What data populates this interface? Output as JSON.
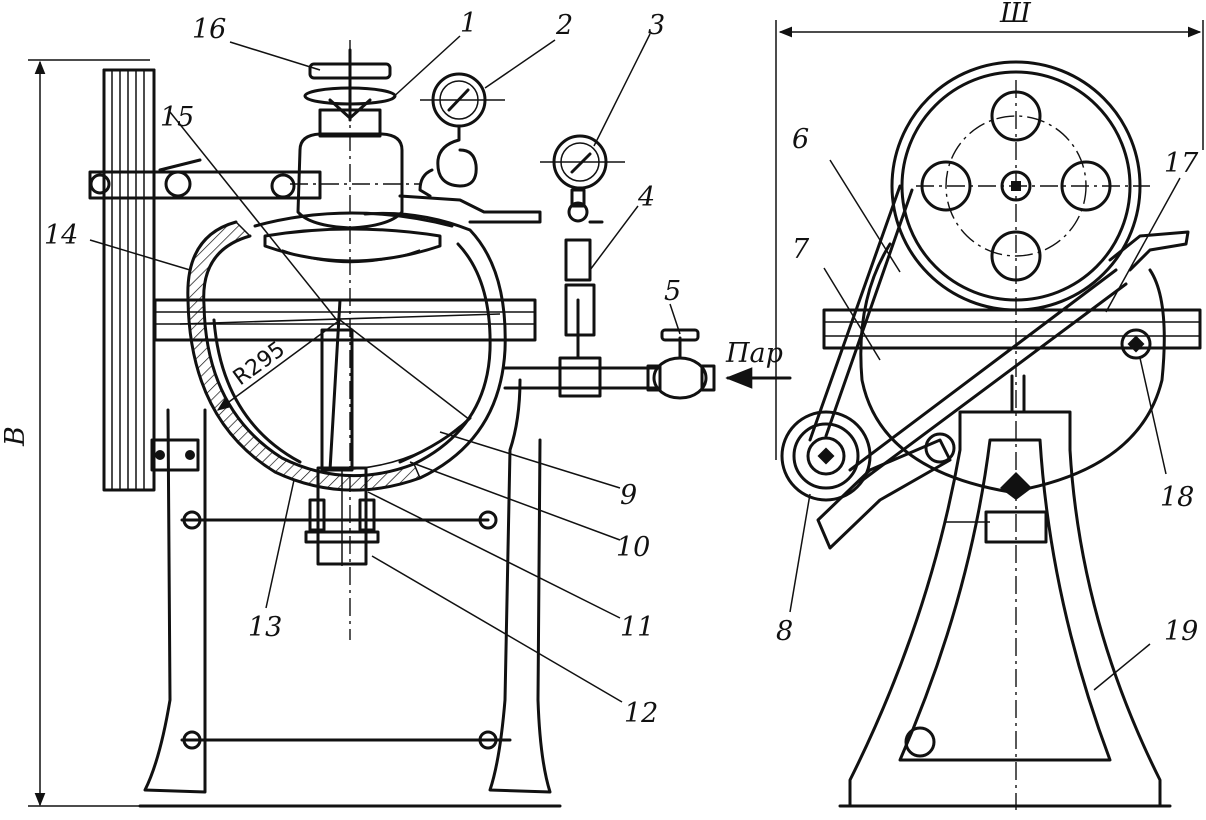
{
  "callouts": {
    "c1": "1",
    "c2": "2",
    "c3": "3",
    "c4": "4",
    "c5": "5",
    "c6": "6",
    "c7": "7",
    "c8": "8",
    "c9": "9",
    "c10": "10",
    "c11": "11",
    "c12": "12",
    "c13": "13",
    "c14": "14",
    "c15": "15",
    "c16": "16",
    "c17": "17",
    "c18": "18",
    "c19": "19"
  },
  "dimensions": {
    "height_label": "B",
    "width_label": "Ш",
    "radius_label": "R295"
  },
  "inlet": {
    "steam_label": "Пар"
  }
}
